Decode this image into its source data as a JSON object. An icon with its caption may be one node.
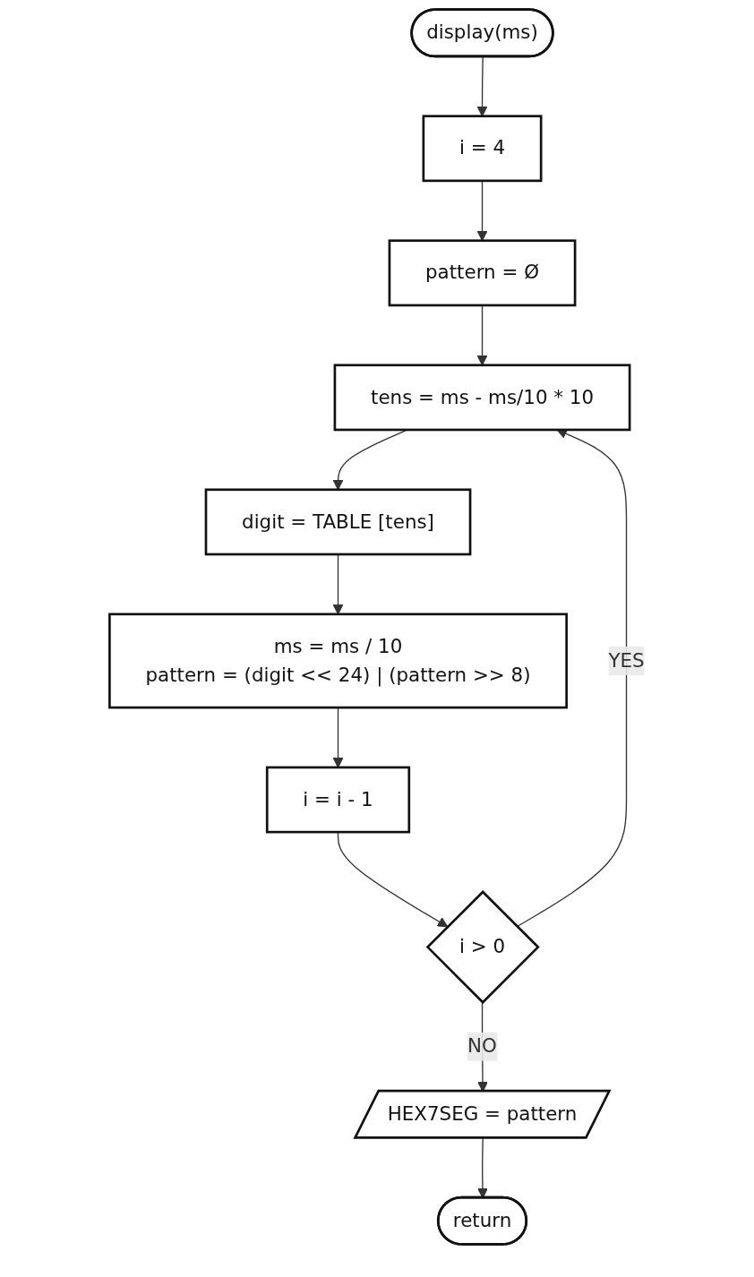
{
  "diagram": {
    "nodes": [
      {
        "text": [
          "display(ms)"
        ]
      },
      {
        "text": [
          "i = 4"
        ]
      },
      {
        "text": [
          "pattern = Ø"
        ]
      },
      {
        "text": [
          "tens = ms - ms/10 * 10"
        ]
      },
      {
        "text": [
          "digit = TABLE [tens]"
        ]
      },
      {
        "text": [
          "ms = ms / 10",
          "pattern = (digit << 24) | (pattern >> 8)"
        ]
      },
      {
        "text": [
          "i = i - 1"
        ]
      },
      {
        "text": [
          "i > 0"
        ]
      },
      {
        "text": [
          "HEX7SEG = pattern"
        ]
      },
      {
        "text": [
          "return"
        ]
      }
    ],
    "edges": [
      {
        "from": 0,
        "to": 1,
        "arrow": "to"
      },
      {
        "from": 1,
        "to": 2,
        "arrow": "to"
      },
      {
        "from": 2,
        "to": 3,
        "arrow": "to"
      },
      {
        "from": 3,
        "to": 4,
        "arrow": "to"
      },
      {
        "from": 4,
        "to": 5,
        "arrow": "to"
      },
      {
        "from": 5,
        "to": 6,
        "arrow": "to"
      },
      {
        "from": 6,
        "to": 7,
        "arrow": "to"
      },
      {
        "from": 7,
        "to": 3,
        "label": "YES",
        "arrow": "to"
      },
      {
        "from": 7,
        "to": 8,
        "label": "NO",
        "arrow": "to"
      },
      {
        "from": 8,
        "to": 9,
        "arrow": "to"
      }
    ]
  }
}
